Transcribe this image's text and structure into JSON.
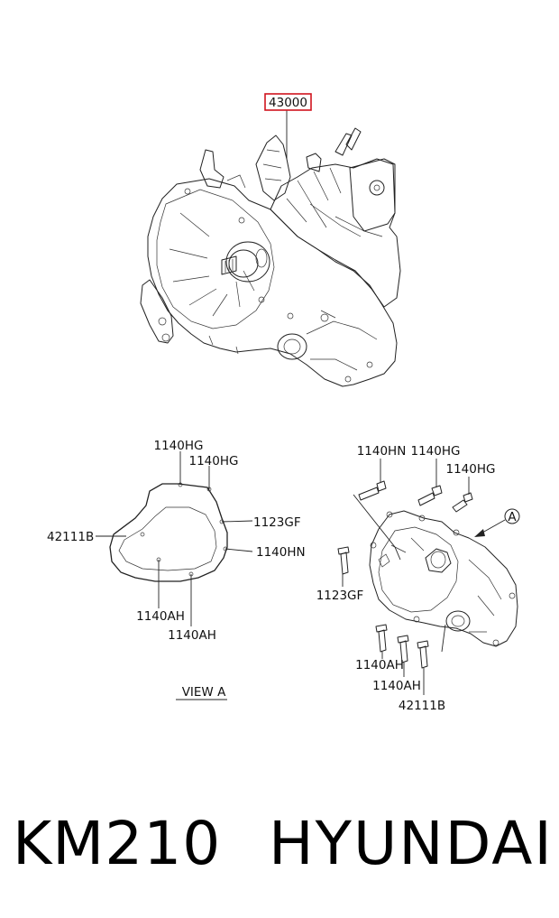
{
  "main_part": {
    "number": "43000",
    "highlight_color": "#d0141e"
  },
  "left_view": {
    "labels": {
      "hg_top": "1140HG",
      "hg_right": "1140HG",
      "gf": "1123GF",
      "hn": "1140HN",
      "gasket": "42111B",
      "ah_a": "1140AH",
      "ah_b": "1140AH"
    },
    "caption": "VIEW  A"
  },
  "right_view": {
    "labels": {
      "hn": "1140HN",
      "hg_a": "1140HG",
      "hg_b": "1140HG",
      "gf": "1123GF",
      "ah_a": "1140AH",
      "ah_b": "1140AH",
      "gasket": "42111B"
    },
    "arrow_marker": "A"
  },
  "footer": {
    "model": "KM210",
    "brand": "HYUNDAI"
  }
}
